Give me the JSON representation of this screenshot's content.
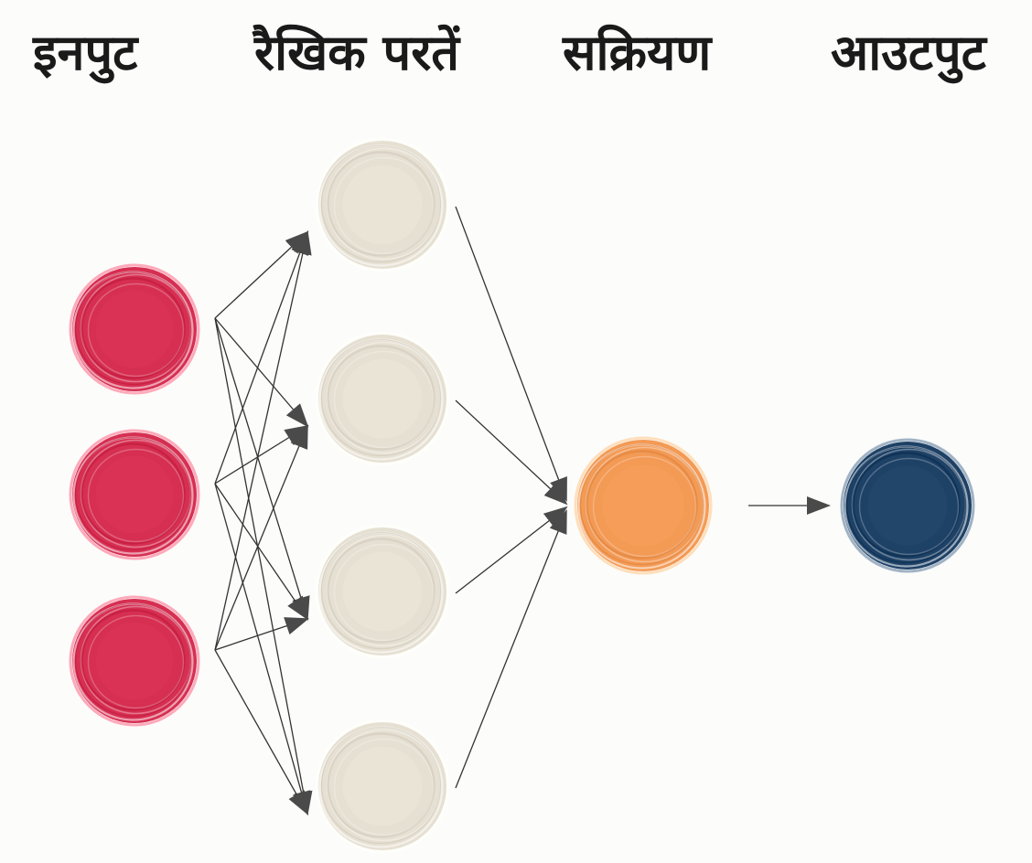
{
  "columns": {
    "input": "इनपुट",
    "linear": "रैखिक परतें",
    "activation": "सक्रियण",
    "output": "आउटपुट"
  },
  "diagram": {
    "type": "neural-network-flow",
    "layers": [
      {
        "name": "input",
        "node_count": 3,
        "color": "#d62f52"
      },
      {
        "name": "linear",
        "node_count": 4,
        "color": "#e6e0d2"
      },
      {
        "name": "activation",
        "node_count": 1,
        "color": "#f39a55"
      },
      {
        "name": "output",
        "node_count": 1,
        "color": "#1e4166"
      }
    ],
    "connections": {
      "input_to_linear": "fully-connected",
      "linear_to_activation": "all-to-one",
      "activation_to_output": "single-arrow"
    },
    "edge_color": "#333333"
  }
}
